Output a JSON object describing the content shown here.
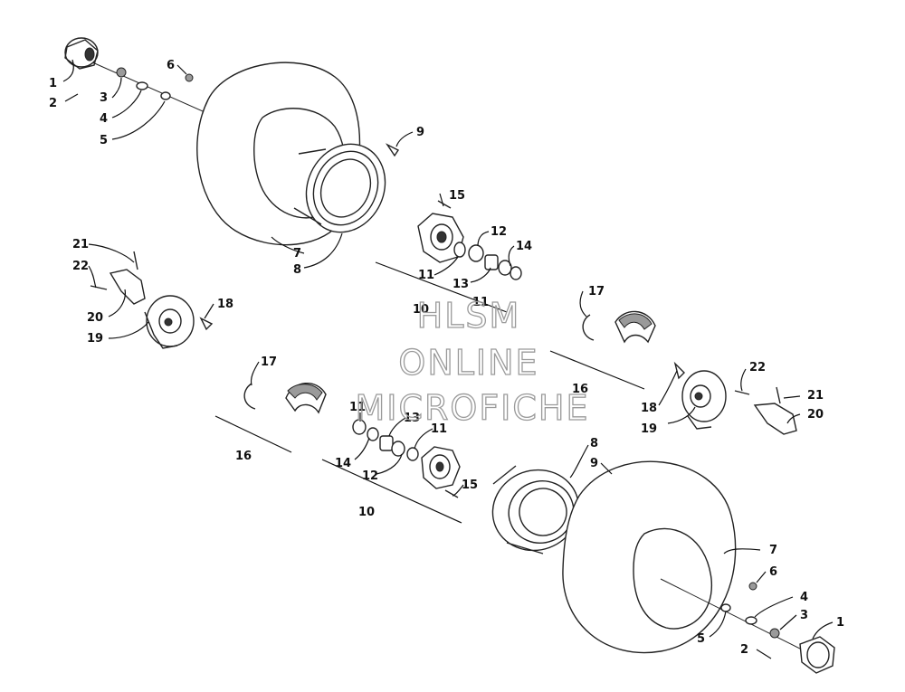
{
  "watermark": {
    "line1": "HLSM",
    "line2": "ONLINE",
    "line3": "MICROFICHE"
  },
  "callouts": {
    "c1a": "1",
    "c2a": "2",
    "c3a": "3",
    "c4a": "4",
    "c5a": "5",
    "c6a": "6",
    "c7a": "7",
    "c8a": "8",
    "c9a": "9",
    "c10a": "10",
    "c11a": "11",
    "c11b": "11",
    "c12a": "12",
    "c13a": "13",
    "c14a": "14",
    "c15a": "15",
    "c16a": "16",
    "c17a": "17",
    "c18a": "18",
    "c19a": "19",
    "c20a": "20",
    "c21a": "21",
    "c22a": "22",
    "c1b": "1",
    "c2b": "2",
    "c3b": "3",
    "c4b": "4",
    "c5b": "5",
    "c6b": "6",
    "c7b": "7",
    "c8b": "8",
    "c9b": "9",
    "c10b": "10",
    "c11c": "11",
    "c11d": "11",
    "c12b": "12",
    "c13b": "13",
    "c14b": "14",
    "c15b": "15",
    "c16b": "16",
    "c17b": "17",
    "c18b": "18",
    "c19b": "19",
    "c20b": "20",
    "c21b": "21",
    "c22b": "22"
  }
}
